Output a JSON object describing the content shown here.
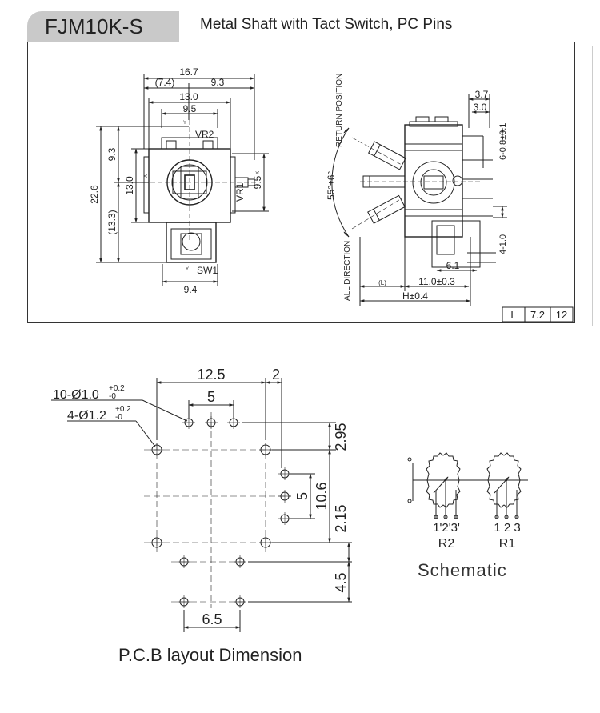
{
  "header": {
    "model": "FJM10K-S",
    "description": "Metal Shaft with Tact Switch, PC Pins"
  },
  "front_view": {
    "dim_top_overall": "16.7",
    "dim_top_left": "(7.4)",
    "dim_top_right": "9.3",
    "dim_body": "13.0",
    "dim_inner": "9.5",
    "dim_left_overall": "22.6",
    "dim_left_upper": "9.3",
    "dim_left_body": "13.0",
    "dim_left_lower": "(13.3)",
    "dim_right": "9.5",
    "dim_bottom": "9.4",
    "label_vr2": "VR2",
    "label_vr1": "VR1",
    "label_sw1": "SW1",
    "label_y_top": "Y",
    "label_y_bottom": "Y",
    "label_x_left": "X",
    "label_x_right": "X"
  },
  "side_view": {
    "return_position": "RETURN POSITION",
    "all_direction": "ALL DIRECTION",
    "angle": "55°±6°",
    "dim_37": "3.7",
    "dim_30": "3.0",
    "dim_pin": "6-0.8±0.1",
    "dim_41": "4-1.0",
    "dim_61": "6.1",
    "dim_L": "(L)",
    "dim_110": "11.0±0.3",
    "dim_H": "H±0.4"
  },
  "spec_table": {
    "cells": [
      "L",
      "7.2",
      "12"
    ]
  },
  "pcb": {
    "hole_small": "10-Ø1.0",
    "hole_small_tol_top": "+0.2",
    "hole_small_tol_bottom": "-0",
    "hole_large": "4-Ø1.2",
    "hole_large_tol_top": "+0.2",
    "hole_large_tol_bottom": "-0",
    "dim_125": "12.5",
    "dim_2": "2",
    "dim_5_top": "5",
    "dim_295": "2.95",
    "dim_106": "10.6",
    "dim_5_right": "5",
    "dim_215": "2.15",
    "dim_45": "4.5",
    "dim_65": "6.5",
    "title": "P.C.B layout Dimension"
  },
  "schematic": {
    "pins_r2": "1'2'3'",
    "pins_r1": "1 2 3",
    "label_r2": "R2",
    "label_r1": "R1",
    "title": "Schematic"
  }
}
